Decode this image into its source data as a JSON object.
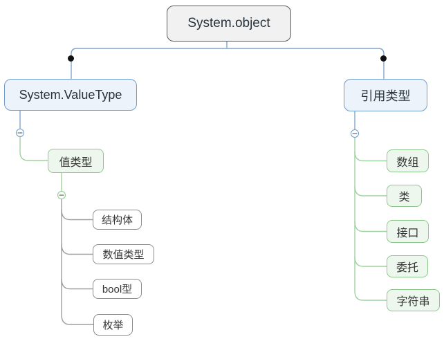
{
  "diagram": {
    "root": {
      "label": "System.object"
    },
    "left": {
      "label": "System.ValueType",
      "child": {
        "label": "值类型",
        "children": [
          {
            "label": "结构体"
          },
          {
            "label": "数值类型"
          },
          {
            "label": "bool型"
          },
          {
            "label": "枚举"
          }
        ]
      }
    },
    "right": {
      "label": "引用类型",
      "children": [
        {
          "label": "数组"
        },
        {
          "label": "类"
        },
        {
          "label": "接口"
        },
        {
          "label": "委托"
        },
        {
          "label": "字符串"
        }
      ]
    },
    "collapse_glyph": "−"
  },
  "colors": {
    "root_fill": "#f1f1f1",
    "root_border": "#595959",
    "blue_fill": "#edf3fb",
    "blue_border": "#6f9ccc",
    "green_fill": "#edf7ed",
    "green_border": "#8cc88c",
    "white_fill": "#ffffff",
    "gray_border": "#8c8c8c",
    "line_blue": "#7fa5cd",
    "line_green": "#9ed29e",
    "line_gray": "#9e9e9e",
    "dot": "#111111",
    "text_dark": "#26323c",
    "text_plain": "#333333"
  }
}
